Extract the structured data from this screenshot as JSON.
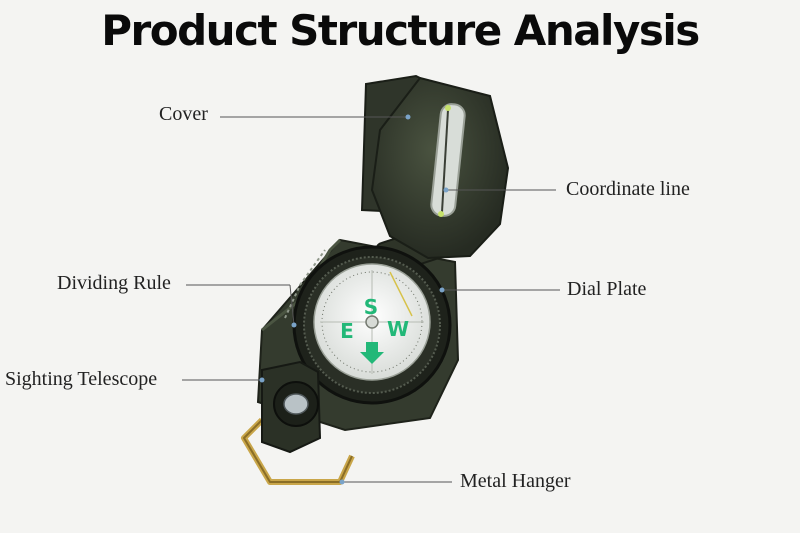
{
  "title": "Product Structure Analysis",
  "labels": {
    "cover": "Cover",
    "coordinate_line": "Coordinate line",
    "dividing_rule": "Dividing Rule",
    "dial_plate": "Dial Plate",
    "sighting_telescope": "Sighting Telescope",
    "metal_hanger": "Metal Hanger"
  },
  "dial": {
    "letters": [
      "S",
      "E",
      "W"
    ]
  },
  "colors": {
    "body": "#3a4232",
    "body_dark": "#262b22",
    "dial_face": "#eef0ee",
    "luminous": "#22b878",
    "hanger": "#c9a64a",
    "leader": "#555555"
  }
}
